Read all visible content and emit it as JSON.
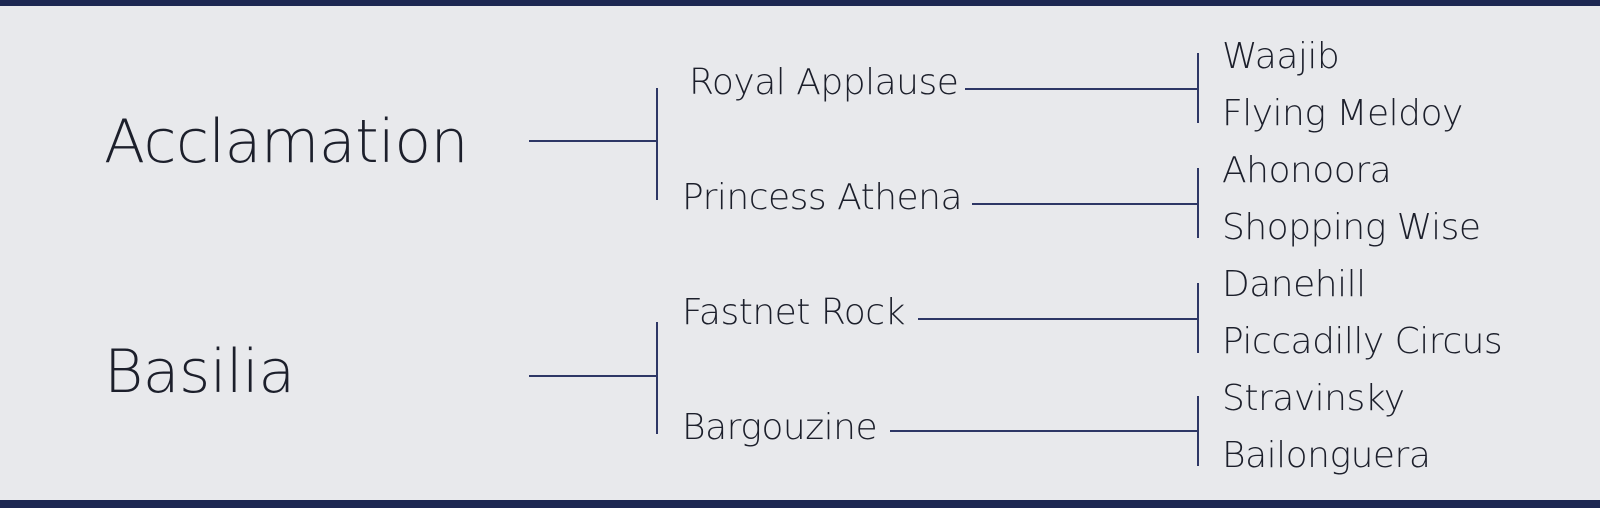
{
  "pedigree": {
    "sires": [
      {
        "name": "Acclamation",
        "parents": [
          {
            "name": "Royal Applause",
            "parents": [
              "Waajib",
              "Flying Meldoy"
            ]
          },
          {
            "name": "Princess Athena",
            "parents": [
              "Ahonoora",
              "Shopping Wise"
            ]
          }
        ]
      },
      {
        "name": "Basilia",
        "parents": [
          {
            "name": "Fastnet Rock",
            "parents": [
              "Danehill",
              "Piccadilly Circus"
            ]
          },
          {
            "name": "Bargouzine",
            "parents": [
              "Stravinsky",
              "Bailonguera"
            ]
          }
        ]
      }
    ]
  },
  "colors": {
    "background": "#e8e9ec",
    "accent_bar": "#1d2752",
    "lines": "#2e3766",
    "text": "#1c1f2b"
  }
}
